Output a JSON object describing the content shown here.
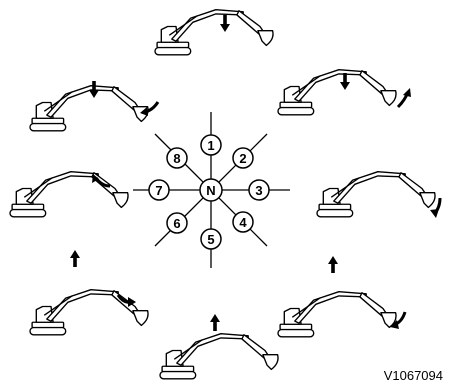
{
  "center_label": "N",
  "positions": [
    "1",
    "2",
    "3",
    "4",
    "5",
    "6",
    "7",
    "8"
  ],
  "figure_ref": "V1067094"
}
